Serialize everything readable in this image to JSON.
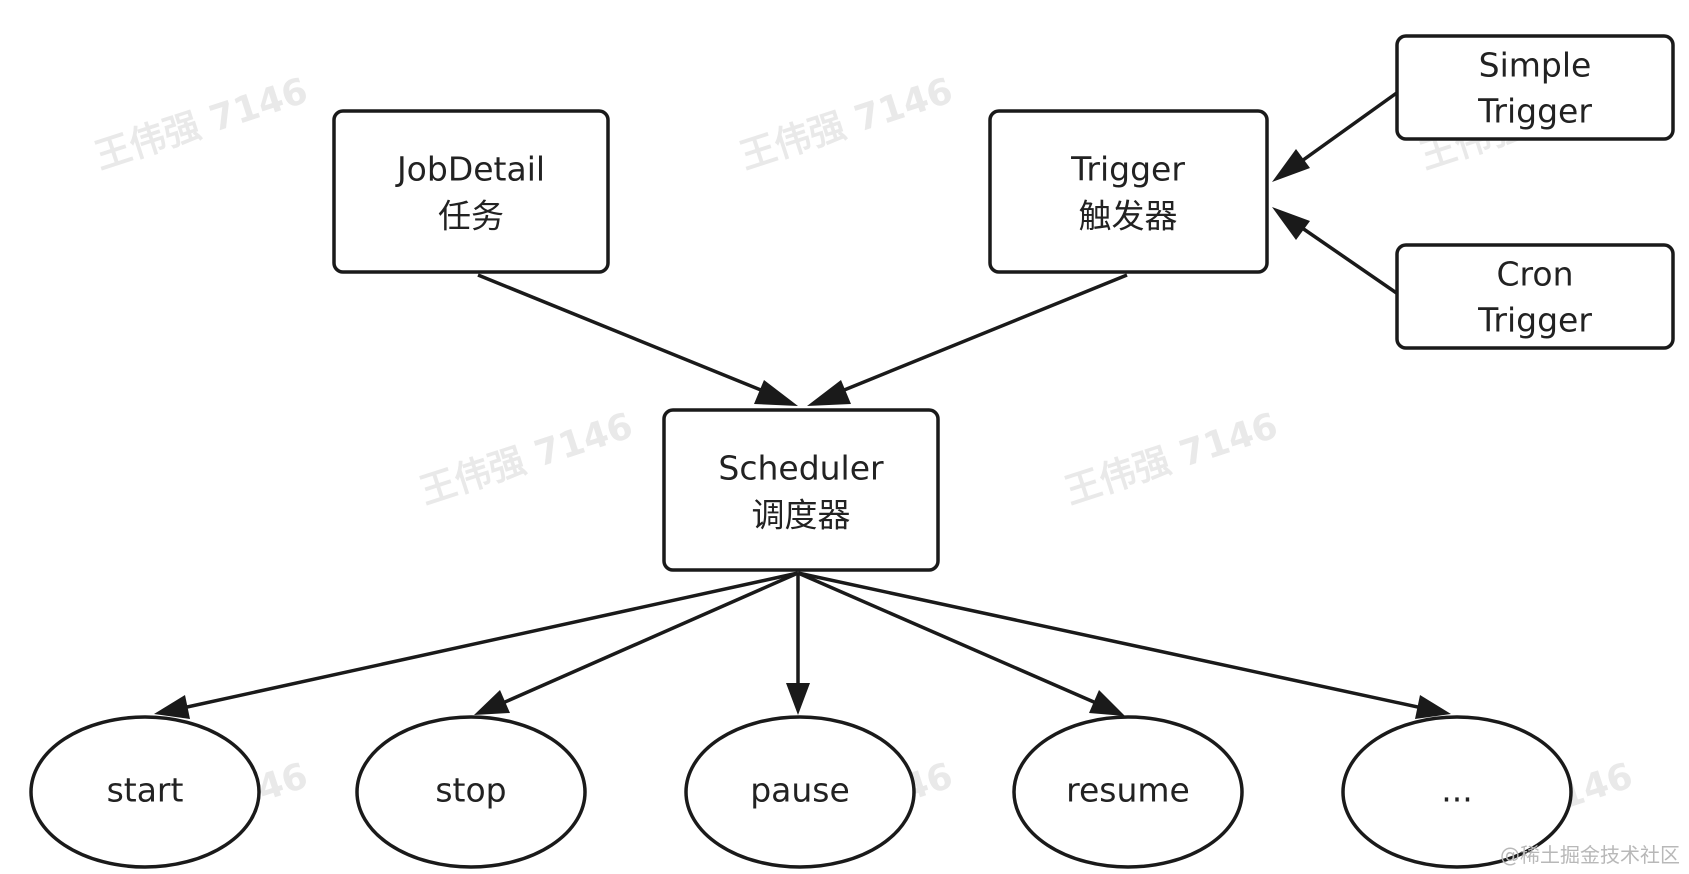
{
  "watermark": {
    "text": "王伟强 7146"
  },
  "site_watermark": "@稀土掘金技术社区",
  "nodes": {
    "jobdetail": {
      "line1": "JobDetail",
      "line2": "任务"
    },
    "trigger": {
      "line1": "Trigger",
      "line2": "触发器"
    },
    "simple_trigger": {
      "line1": "Simple",
      "line2": "Trigger"
    },
    "cron_trigger": {
      "line1": "Cron",
      "line2": "Trigger"
    },
    "scheduler": {
      "line1": "Scheduler",
      "line2": "调度器"
    },
    "start": {
      "label": "start"
    },
    "stop": {
      "label": "stop"
    },
    "pause": {
      "label": "pause"
    },
    "resume": {
      "label": "resume"
    },
    "more": {
      "label": "..."
    }
  },
  "colors": {
    "stroke": "#1a1a1a",
    "text": "#222222",
    "watermark": "#e9e9e9",
    "background": "#ffffff"
  }
}
